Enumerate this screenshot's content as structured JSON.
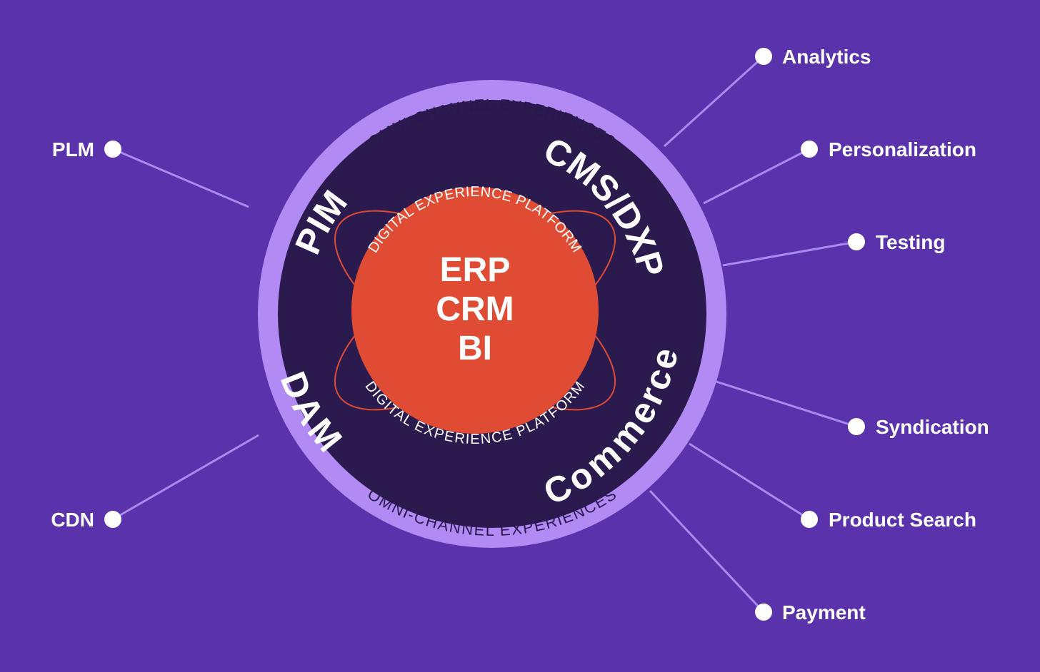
{
  "colors": {
    "background": "#5a32ac",
    "outer_ring": "#b18af3",
    "inner_disk": "#2a1a4e",
    "core": "#e04b34",
    "orbit": "#e04b34",
    "connector": "#a98af0",
    "text": "#ffffff"
  },
  "ring": {
    "top_text": "OMNI-CHANNEL EXPERIENCES",
    "bottom_text": "OMNI-CHANNEL EXPERIENCES"
  },
  "platform": {
    "top_text": "DIGITAL EXPERIENCE PLATFORM",
    "bottom_text": "DIGITAL EXPERIENCE PLATFORM"
  },
  "pillars": {
    "pim": "PIM",
    "cms": "CMS/DXP",
    "dam": "DAM",
    "commerce": "Commerce"
  },
  "core": {
    "line1": "ERP",
    "line2": "CRM",
    "line3": "BI"
  },
  "left_nodes": [
    {
      "label": "PLM"
    },
    {
      "label": "CDN"
    }
  ],
  "right_nodes": [
    {
      "label": "Analytics"
    },
    {
      "label": "Personalization"
    },
    {
      "label": "Testing"
    },
    {
      "label": "Syndication"
    },
    {
      "label": "Product Search"
    },
    {
      "label": "Payment"
    }
  ]
}
